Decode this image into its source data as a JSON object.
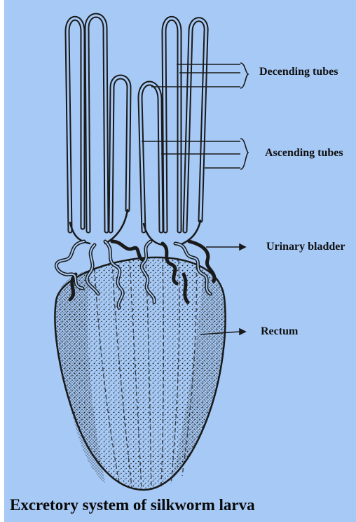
{
  "diagram": {
    "background_color": "#a6c9f5",
    "ink_color": "#1a1a1a",
    "labels": {
      "decending_tubes": "Decending tubes",
      "ascending_tubes": "Ascending tubes",
      "urinary_bladder": "Urinary bladder",
      "rectum": "Rectum"
    },
    "caption": "Excretory system of silkworm larva"
  }
}
